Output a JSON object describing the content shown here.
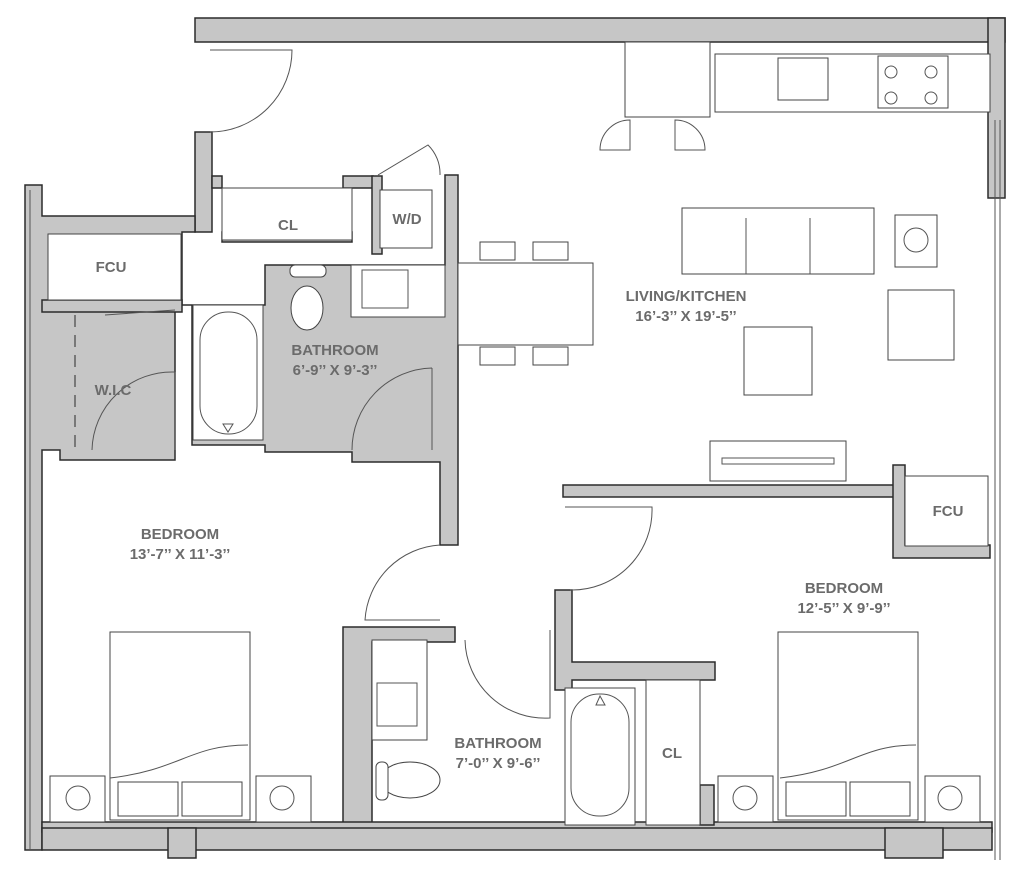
{
  "rooms": {
    "living": {
      "name": "LIVING/KITCHEN",
      "size": "16’-3’’ X 19’-5’’"
    },
    "bath1": {
      "name": "BATHROOM",
      "size": "6’-9’’ X 9’-3’’"
    },
    "bath2": {
      "name": "BATHROOM",
      "size": "7’-0’’ X 9’-6’’"
    },
    "bed1": {
      "name": "BEDROOM",
      "size": "13’-7’’ X 11’-3’’"
    },
    "bed2": {
      "name": "BEDROOM",
      "size": "12’-5’’ X 9’-9’’"
    },
    "fcu1": "FCU",
    "fcu2": "FCU",
    "wic": "W.I.C",
    "cl1": "CL",
    "cl2": "CL",
    "wd": "W/D"
  },
  "colors": {
    "wall": "#c6c6c6",
    "text": "#6b6b6b"
  }
}
